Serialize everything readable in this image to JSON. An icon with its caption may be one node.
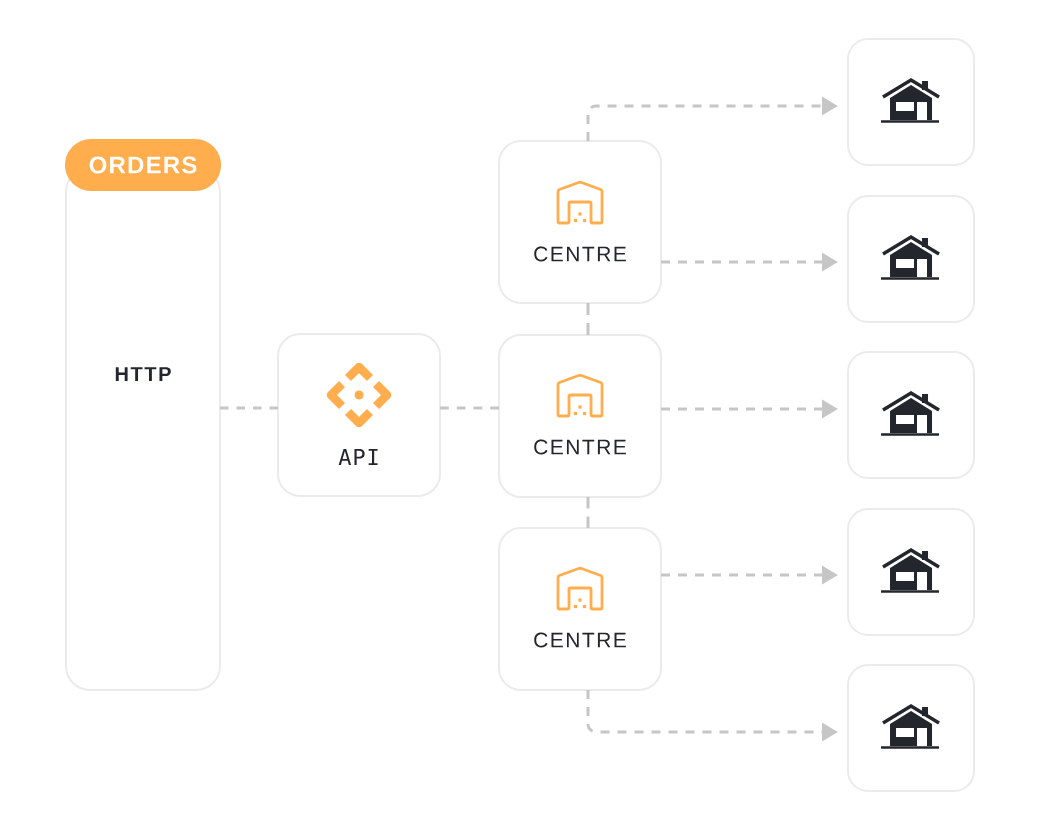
{
  "diagram": {
    "nodes": [
      {
        "text": [
          "ORDERS",
          "HTTP"
        ]
      },
      {
        "text": [
          "API"
        ]
      },
      {
        "text": [
          "CENTRE"
        ]
      },
      {
        "text": [
          "CENTRE"
        ]
      },
      {
        "text": [
          "CENTRE"
        ]
      },
      {
        "text": [],
        "shape": "box"
      },
      {
        "text": [],
        "shape": "box"
      },
      {
        "text": [],
        "shape": "box"
      },
      {
        "text": [],
        "shape": "box"
      },
      {
        "text": [],
        "shape": "box"
      }
    ],
    "edges": [
      {
        "from": 0,
        "to": 1,
        "arrow": "none",
        "style": "dashed"
      },
      {
        "from": 1,
        "to": 3,
        "arrow": "none",
        "style": "dashed"
      },
      {
        "from": 2,
        "to": 3,
        "arrow": "none",
        "style": "dashed"
      },
      {
        "from": 3,
        "to": 4,
        "arrow": "none",
        "style": "dashed"
      },
      {
        "from": 2,
        "to": 5,
        "arrow": "to",
        "style": "dashed"
      },
      {
        "from": 2,
        "to": 6,
        "arrow": "to",
        "style": "dashed"
      },
      {
        "from": 3,
        "to": 7,
        "arrow": "to",
        "style": "dashed"
      },
      {
        "from": 4,
        "to": 8,
        "arrow": "to",
        "style": "dashed"
      },
      {
        "from": 4,
        "to": 9,
        "arrow": "to",
        "style": "dashed"
      }
    ]
  }
}
